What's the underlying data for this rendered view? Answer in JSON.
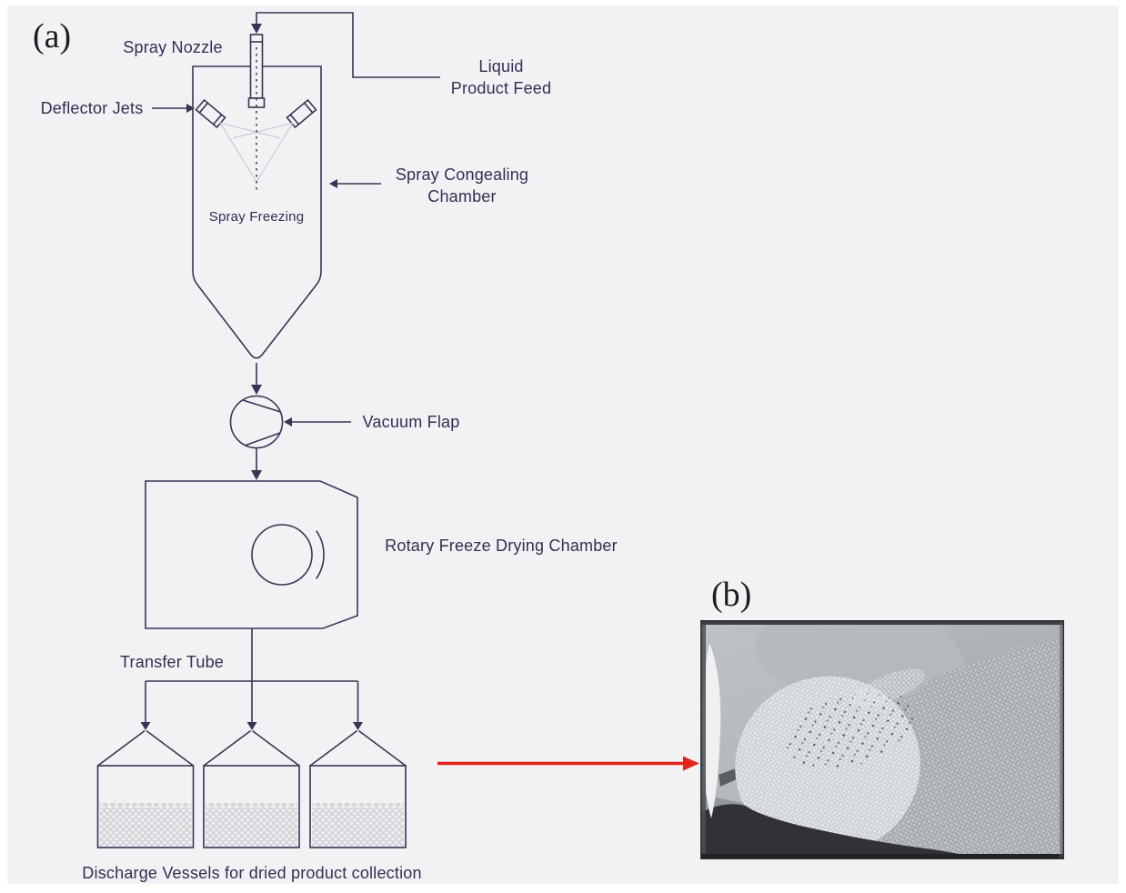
{
  "panel_a": {
    "tag": "(a)",
    "labels": {
      "spray_nozzle": "Spray Nozzle",
      "liquid_feed_1": "Liquid",
      "liquid_feed_2": "Product Feed",
      "deflector_jets": "Deflector Jets",
      "congealing_1": "Spray Congealing",
      "congealing_2": "Chamber",
      "spray_freezing": "Spray Freezing",
      "vacuum_flap": "Vacuum Flap",
      "rotary_chamber": "Rotary Freeze Drying Chamber",
      "transfer_tube": "Transfer Tube",
      "discharge_vessels": "Discharge Vessels for dried product collection"
    },
    "vessel_count": 3
  },
  "panel_b": {
    "tag": "(b)",
    "photo_icon": "spray-freeze-dried-pellets-photo"
  },
  "colors": {
    "background": "#f2f2f4",
    "frame": "#ffffff",
    "line": "#3b3355",
    "text": "#342e52",
    "spray_trace": "#bcc6ce",
    "product_fill": "#d5d5da",
    "red_arrow": "#e2241b",
    "photo_border": "#2b2d31"
  }
}
